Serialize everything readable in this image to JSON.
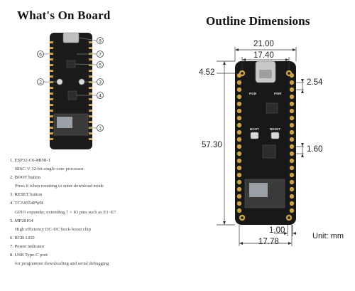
{
  "left_title": "What's On Board",
  "right_title": "Outline Dimensions",
  "callout_numbers": [
    "1",
    "2",
    "3",
    "4",
    "5",
    "6",
    "7",
    "8"
  ],
  "board_labels": {
    "boot": "BOOT",
    "reset": "RESET",
    "rgb": "RGB",
    "pwr": "PWR"
  },
  "dimensions": {
    "width_outer": "21.00",
    "width_inner": "17.40",
    "offset_left": "4.52",
    "pin_pitch": "2.54",
    "height": "57.30",
    "hole_size": "1.60",
    "pad_width": "1.00",
    "bottom_span": "17.78"
  },
  "unit_label": "Unit: mm",
  "legend": [
    {
      "num": "1.",
      "title": "ESP32-C6-MINI-1",
      "desc": "RISC-V 32-bit single-core processor"
    },
    {
      "num": "2.",
      "title": "BOOT button",
      "desc": "Press it when resetting to enter download mode"
    },
    {
      "num": "3.",
      "title": "RESET button",
      "desc": ""
    },
    {
      "num": "4.",
      "title": "TCA9554PWR",
      "desc": "GPIO expander, extending 7 × IO pins such as E1~E7"
    },
    {
      "num": "5.",
      "title": "MP28164",
      "desc": "High efficiency DC-DC buck-boost chip"
    },
    {
      "num": "6.",
      "title": "RGB LED",
      "desc": ""
    },
    {
      "num": "7.",
      "title": "Power indicator",
      "desc": ""
    },
    {
      "num": "8.",
      "title": "USB Type-C port",
      "desc": "for programme downloading and serial debugging"
    }
  ]
}
